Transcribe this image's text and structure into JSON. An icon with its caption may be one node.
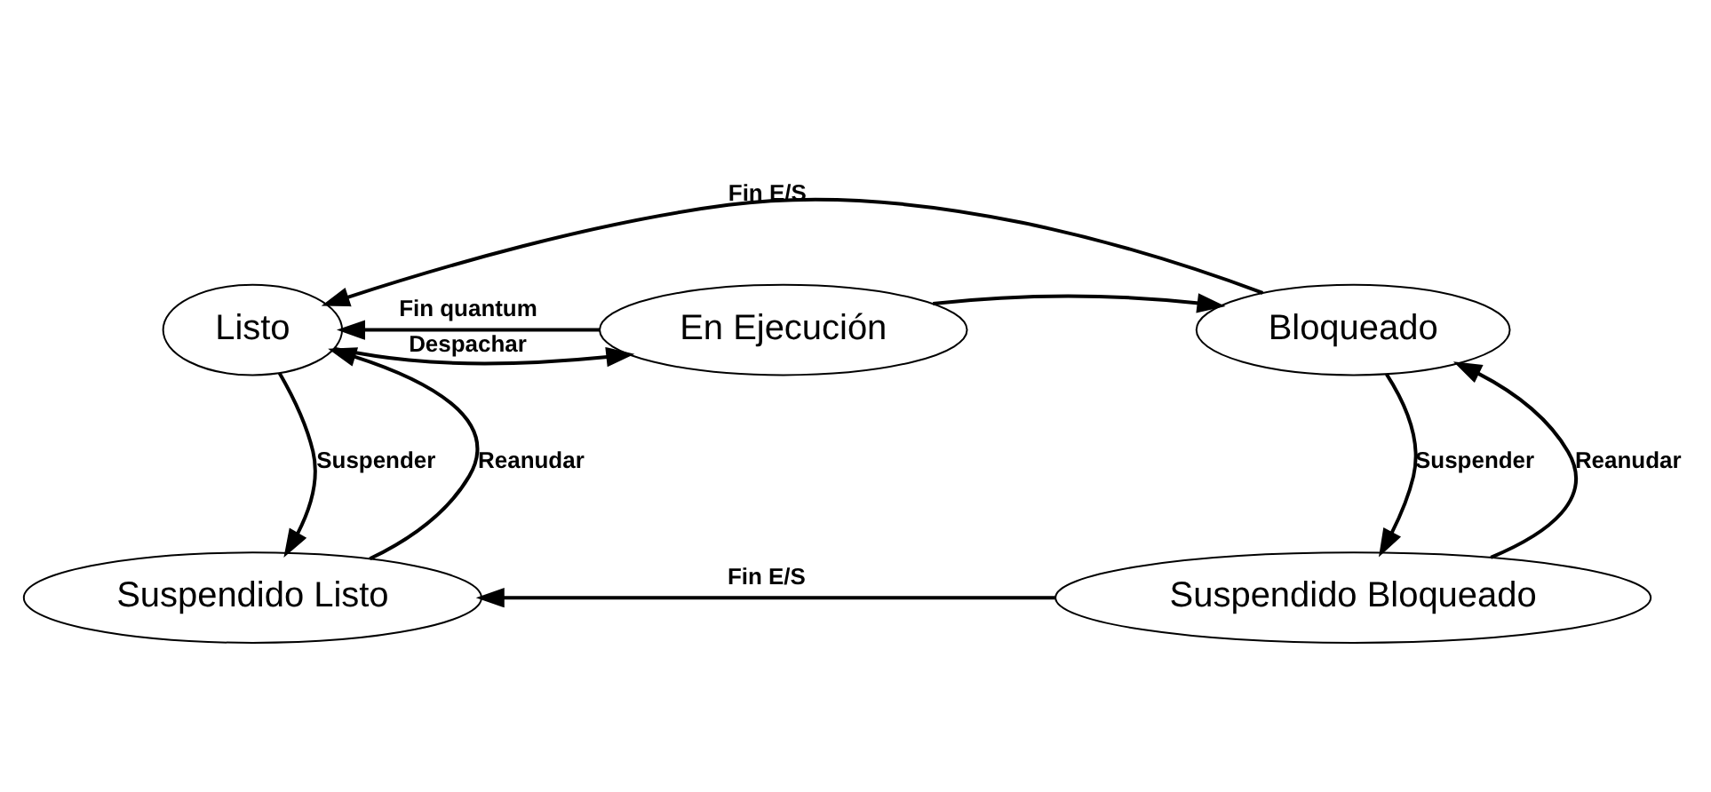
{
  "diagram": {
    "nodes": [
      {
        "text": [
          "Listo"
        ]
      },
      {
        "text": [
          "En Ejecución"
        ]
      },
      {
        "text": [
          "Bloqueado"
        ]
      },
      {
        "text": [
          "Suspendido Listo"
        ]
      },
      {
        "text": [
          "Suspendido Bloqueado"
        ]
      }
    ],
    "edges": [
      {
        "from": 2,
        "to": 0,
        "arrow": "to",
        "label": "Fin E/S"
      },
      {
        "from": 0,
        "to": 1,
        "arrow": "to",
        "label": "Despachar"
      },
      {
        "from": 1,
        "to": 0,
        "arrow": "to",
        "label": "Fin quantum"
      },
      {
        "from": 1,
        "to": 2,
        "arrow": "to"
      },
      {
        "from": 0,
        "to": 3,
        "arrow": "to",
        "label": "Suspender"
      },
      {
        "from": 3,
        "to": 0,
        "arrow": "to",
        "label": "Reanudar"
      },
      {
        "from": 2,
        "to": 4,
        "arrow": "to",
        "label": "Suspender"
      },
      {
        "from": 4,
        "to": 2,
        "arrow": "to",
        "label": "Reanudar"
      },
      {
        "from": 4,
        "to": 3,
        "arrow": "to",
        "label": "Fin E/S"
      }
    ]
  }
}
